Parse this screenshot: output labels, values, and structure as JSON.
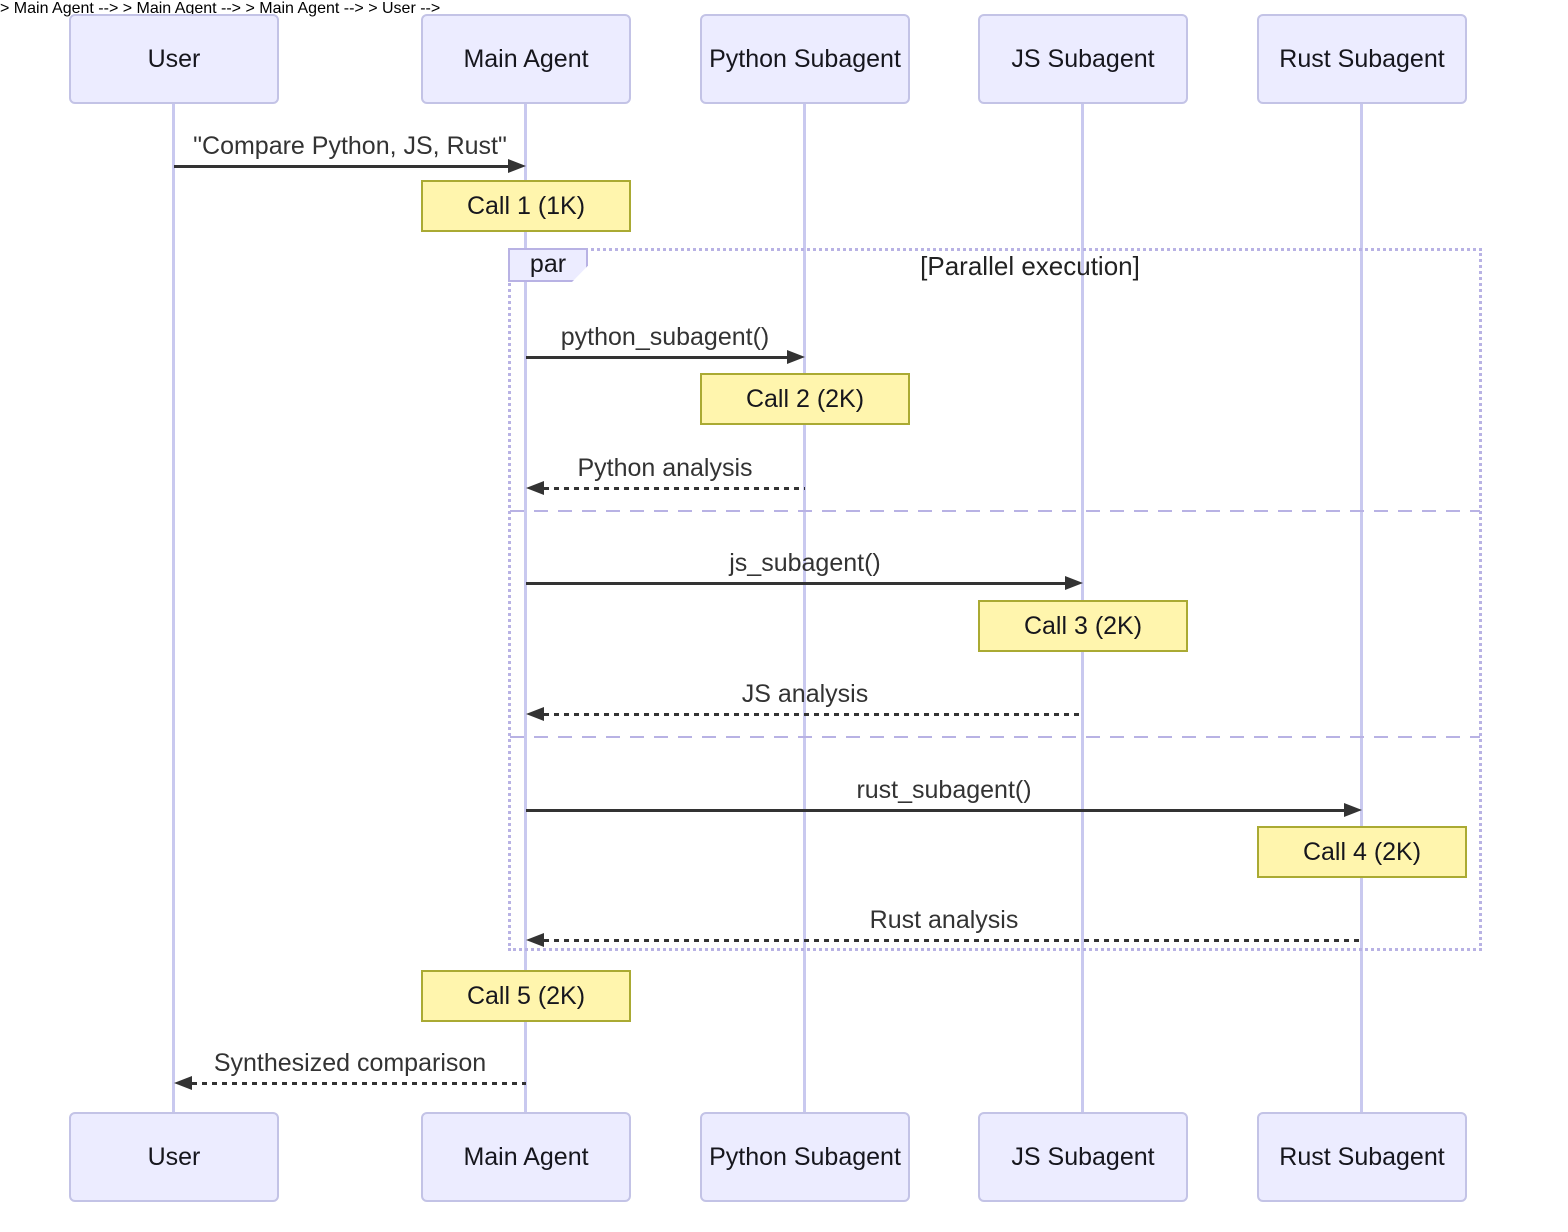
{
  "diagram_type": "sequence-diagram",
  "colors": {
    "background": "#ffffff",
    "actor_fill": "#ECECFF",
    "actor_border": "#c3c3e6",
    "lifeline": "#c9c9ef",
    "note_fill": "#fff5ad",
    "note_border": "#aaaa33",
    "frame_border": "#b8b2e4",
    "message": "#333333"
  },
  "actors": [
    {
      "name": "User"
    },
    {
      "name": "Main Agent"
    },
    {
      "name": "Python Subagent"
    },
    {
      "name": "JS Subagent"
    },
    {
      "name": "Rust Subagent"
    }
  ],
  "messages": [
    {
      "label": "\"Compare Python, JS, Rust\"",
      "from": "User",
      "to": "Main Agent",
      "line": "solid"
    },
    {
      "label": "python_subagent()",
      "from": "Main Agent",
      "to": "Python Subagent",
      "line": "solid"
    },
    {
      "label": "Python analysis",
      "from": "Python Subagent",
      "to": "Main Agent",
      "line": "dashed"
    },
    {
      "label": "js_subagent()",
      "from": "Main Agent",
      "to": "JS Subagent",
      "line": "solid"
    },
    {
      "label": "JS analysis",
      "from": "JS Subagent",
      "to": "Main Agent",
      "line": "dashed"
    },
    {
      "label": "rust_subagent()",
      "from": "Main Agent",
      "to": "Rust Subagent",
      "line": "solid"
    },
    {
      "label": "Rust analysis",
      "from": "Rust Subagent",
      "to": "Main Agent",
      "line": "dashed"
    },
    {
      "label": "Synthesized comparison",
      "from": "Main Agent",
      "to": "User",
      "line": "dashed"
    }
  ],
  "notes": [
    {
      "label": "Call 1 (1K)",
      "over": "Main Agent"
    },
    {
      "label": "Call 2 (2K)",
      "over": "Python Subagent"
    },
    {
      "label": "Call 3 (2K)",
      "over": "JS Subagent"
    },
    {
      "label": "Call 4 (2K)",
      "over": "Rust Subagent"
    },
    {
      "label": "Call 5 (2K)",
      "over": "Main Agent"
    }
  ],
  "par_block": {
    "label": "par",
    "title": "[Parallel execution]"
  }
}
